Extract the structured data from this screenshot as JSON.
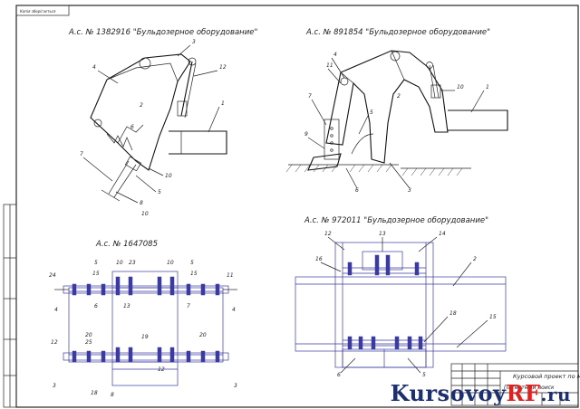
{
  "corner_stamp": "Копія зберігається",
  "drawings": {
    "top_left": {
      "title": "А.с. № 1382916 \"Бульдозерное оборудование\""
    },
    "top_right": {
      "title": "А.с. № 891854 \"Бульдозерное оборудование\""
    },
    "bottom_left": {
      "title": "А.с. № 1647085"
    },
    "bottom_right": {
      "title": "А.с. № 972011 \"Бульдозерное оборудование\""
    }
  },
  "leaders": {
    "tl": [
      "3",
      "12",
      "4",
      "1",
      "2",
      "6",
      "7",
      "10",
      "5",
      "8",
      "10"
    ],
    "tr": [
      "4",
      "11",
      "10",
      "1",
      "7",
      "2",
      "5",
      "9",
      "6",
      "3"
    ],
    "bl": [
      "5",
      "10",
      "23",
      "10",
      "5",
      "24",
      "15",
      "15",
      "11",
      "4",
      "6",
      "13",
      "7",
      "4",
      "12",
      "20",
      "25",
      "19",
      "20",
      "12",
      "3",
      "18",
      "8",
      "3"
    ],
    "br": [
      "12",
      "13",
      "14",
      "16",
      "2",
      "18",
      "15",
      "6",
      "5"
    ]
  },
  "title_block": {
    "project": "Курсовой проект по МЗР",
    "sheet_name": "Патентный поиск"
  },
  "watermark": {
    "main": "Kursovoy",
    "accent": "RF",
    "suffix": ".ru"
  }
}
